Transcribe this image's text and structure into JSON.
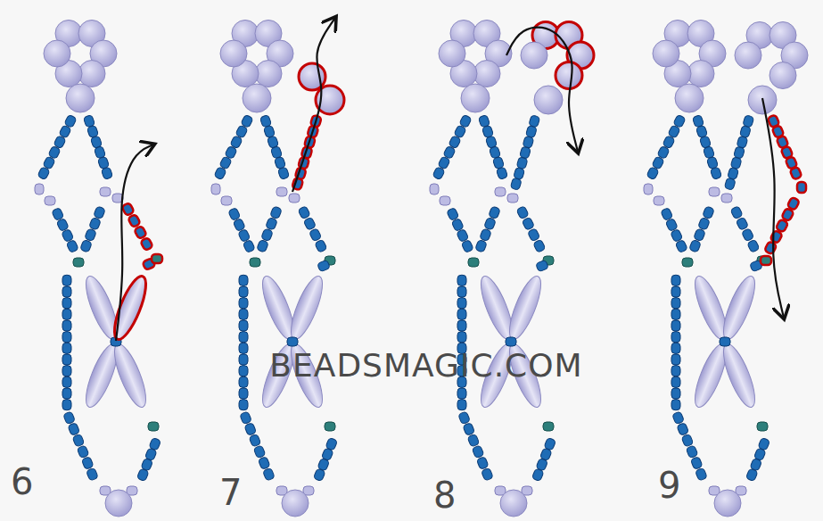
{
  "diagram": {
    "labels": [
      "6",
      "7",
      "8",
      "9",
      "BEADSMAGIC.COM"
    ]
  }
}
